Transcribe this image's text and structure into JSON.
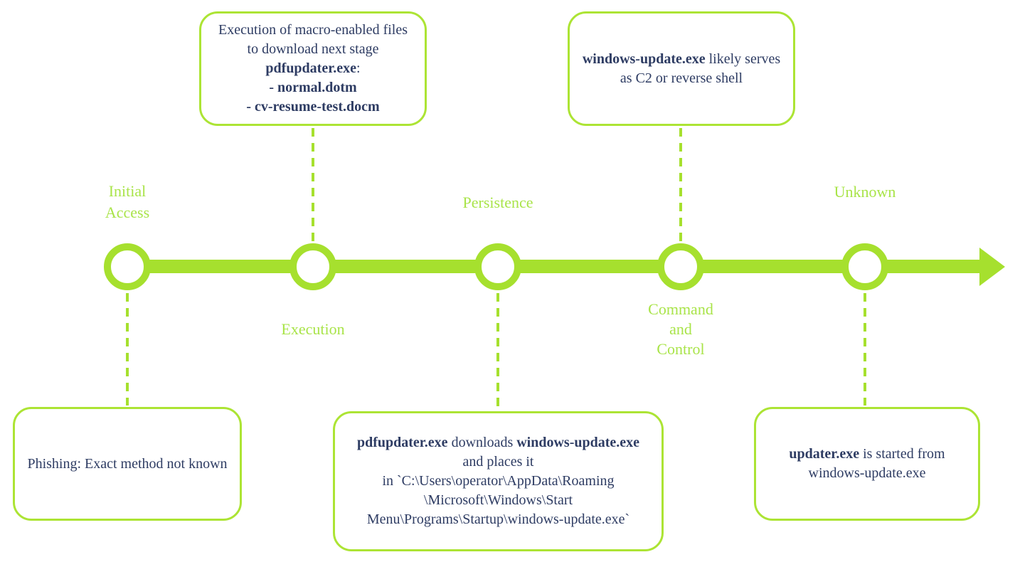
{
  "colors": {
    "accent_green": "#a6e02e",
    "box_border_green": "#ace434",
    "label_green": "#a9e449",
    "text_navy": "#2e3c63",
    "background": "#ffffff"
  },
  "timeline": {
    "type": "horizontal-arrow-timeline",
    "direction": "left-to-right",
    "nodes": [
      {
        "id": "initial-access",
        "label": "Initial\nAccess",
        "label_position": "above"
      },
      {
        "id": "execution",
        "label": "Execution",
        "label_position": "below"
      },
      {
        "id": "persistence",
        "label": "Persistence",
        "label_position": "above"
      },
      {
        "id": "command-and-control",
        "label": "Command\nand\nControl",
        "label_position": "below"
      },
      {
        "id": "unknown",
        "label": "Unknown",
        "label_position": "above"
      }
    ]
  },
  "callouts": [
    {
      "id": "execution-details",
      "attached_to": "execution",
      "position": "top",
      "lines": [
        [
          {
            "t": "Execution of macro-enabled files",
            "b": false
          }
        ],
        [
          {
            "t": "to download next stage",
            "b": false
          }
        ],
        [
          {
            "t": "pdfupdater.exe",
            "b": true
          },
          {
            "t": ":",
            "b": false
          }
        ],
        [
          {
            "t": "- normal.dotm",
            "b": true
          }
        ],
        [
          {
            "t": "- cv-resume-test.docm",
            "b": true
          }
        ]
      ]
    },
    {
      "id": "command-and-control-details",
      "attached_to": "command-and-control",
      "position": "top",
      "lines": [
        [
          {
            "t": "windows-update.exe",
            "b": true
          },
          {
            "t": " likely serves",
            "b": false
          }
        ],
        [
          {
            "t": "as C2 or reverse shell",
            "b": false
          }
        ]
      ]
    },
    {
      "id": "initial-access-details",
      "attached_to": "initial-access",
      "position": "bottom",
      "lines": [
        [
          {
            "t": "Phishing: Exact method not known",
            "b": false
          }
        ]
      ]
    },
    {
      "id": "persistence-details",
      "attached_to": "persistence",
      "position": "bottom",
      "lines": [
        [
          {
            "t": "pdfupdater.exe",
            "b": true
          },
          {
            "t": " downloads ",
            "b": false
          },
          {
            "t": "windows-update.exe",
            "b": true
          }
        ],
        [
          {
            "t": "and places it",
            "b": false
          }
        ],
        [
          {
            "t": "in `C:\\Users\\operator\\AppData\\Roaming",
            "b": false
          }
        ],
        [
          {
            "t": "\\Microsoft\\Windows\\Start",
            "b": false
          }
        ],
        [
          {
            "t": "Menu\\Programs\\Startup\\windows-update.exe`",
            "b": false
          }
        ]
      ]
    },
    {
      "id": "unknown-details",
      "attached_to": "unknown",
      "position": "bottom",
      "lines": [
        [
          {
            "t": "updater.exe",
            "b": true
          },
          {
            "t": " is started from",
            "b": false
          }
        ],
        [
          {
            "t": "windows-update.exe",
            "b": false
          }
        ]
      ]
    }
  ]
}
